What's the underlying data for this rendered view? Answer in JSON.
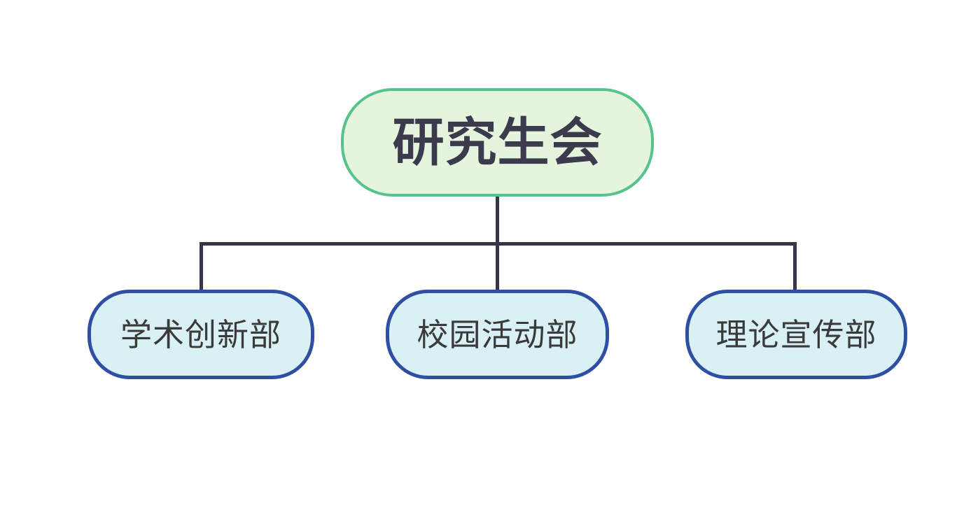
{
  "diagram": {
    "type": "org-chart",
    "root": {
      "label": "研究生会"
    },
    "children": [
      {
        "label": "学术创新部"
      },
      {
        "label": "校园活动部"
      },
      {
        "label": "理论宣传部"
      }
    ]
  },
  "colors": {
    "background": "#ffffff",
    "root_fill": "#e4f4dd",
    "root_border": "#57c28c",
    "root_text": "#3b3b4d",
    "child_fill": "#d9f1f5",
    "child_border": "#2e4fa3",
    "child_text": "#3a3a3a",
    "connector": "#36364a"
  }
}
